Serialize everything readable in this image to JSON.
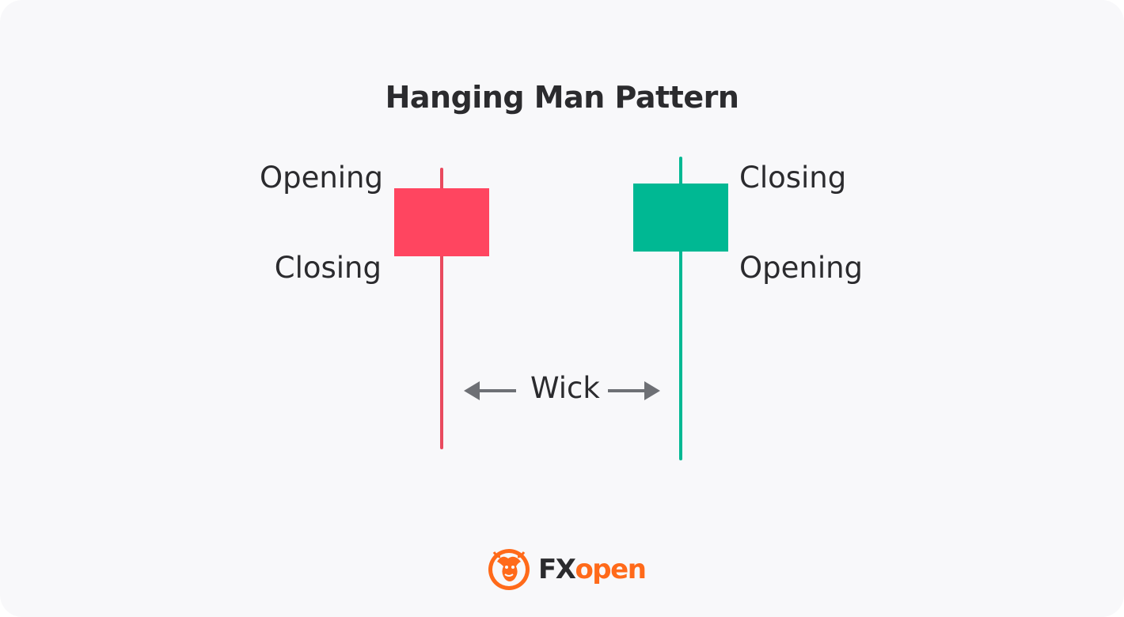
{
  "title": "Hanging Man Pattern",
  "colors": {
    "bearish": "#ff4560",
    "bearish_wick": "#e94a5e",
    "bullish": "#00b893",
    "arrow": "#6e7075",
    "text": "#2b2b2e",
    "logo_orange": "#ff6a1a",
    "logo_dark": "#2b2b2e"
  },
  "bearish_candle": {
    "top_label": "Opening",
    "bottom_label": "Closing"
  },
  "bullish_candle": {
    "top_label": "Closing",
    "bottom_label": "Opening"
  },
  "wick_label": "Wick",
  "logo": {
    "icon": "bull-head-icon",
    "brand_fx": "FX",
    "brand_open": "open"
  }
}
